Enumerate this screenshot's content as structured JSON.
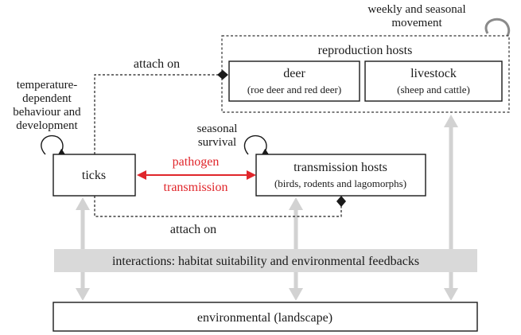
{
  "colors": {
    "pathogen_red": "#e0262b",
    "grey_arrow": "#d2d2d2",
    "band_grey": "#d9d9d9",
    "loop_grey": "#8a8a8a"
  },
  "movement_label": [
    "weekly and seasonal",
    "movement"
  ],
  "reproduction_hosts": {
    "title": "reproduction hosts",
    "deer": {
      "name": "deer",
      "detail": "(roe deer and red deer)"
    },
    "livestock": {
      "name": "livestock",
      "detail": "(sheep and cattle)"
    }
  },
  "attach_top": "attach on",
  "attach_bottom": "attach on",
  "ticks_behaviour": [
    "temperature-",
    "dependent",
    "behaviour and",
    "development"
  ],
  "ticks_label": "ticks",
  "seasonal_survival": [
    "seasonal",
    "survival"
  ],
  "pathogen_transmission": [
    "pathogen",
    "transmission"
  ],
  "transmission_hosts": {
    "title": "transmission hosts",
    "detail": "(birds, rodents and lagomorphs)"
  },
  "interactions": "interactions: habitat suitability and environmental feedbacks",
  "environment": "environmental (landscape)"
}
